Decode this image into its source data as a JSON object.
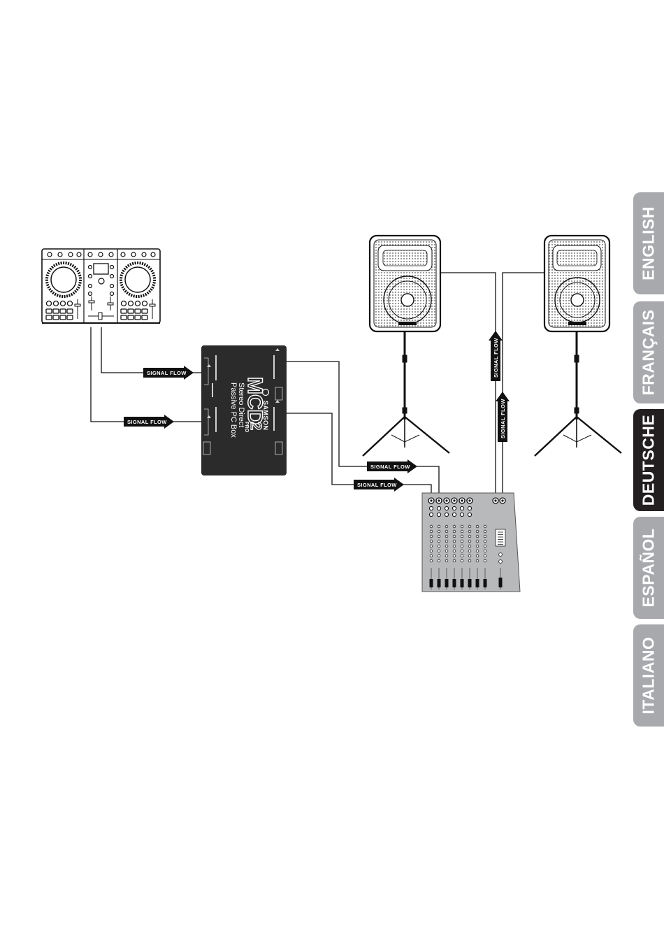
{
  "signal_flow_label": "SIGNAL FLOW",
  "direct_box": {
    "brand": "SAMSON",
    "model": "MCD",
    "model_number": "2",
    "model_suffix": "PRO",
    "line1": "Stereo Direct",
    "line2": "Passive PC Box"
  },
  "language_tabs": [
    {
      "label": "ENGLISH",
      "active": false
    },
    {
      "label": "FRANÇAIS",
      "active": false
    },
    {
      "label": "DEUTSCHE",
      "active": true
    },
    {
      "label": "ESPAÑOL",
      "active": false
    },
    {
      "label": "ITALIANO",
      "active": false
    }
  ],
  "colors": {
    "tab_inactive": "#a8a9ad",
    "tab_active": "#231f20",
    "device_dark": "#2b2b2b",
    "mixer": "#b8b9bb",
    "line": "#111111"
  }
}
